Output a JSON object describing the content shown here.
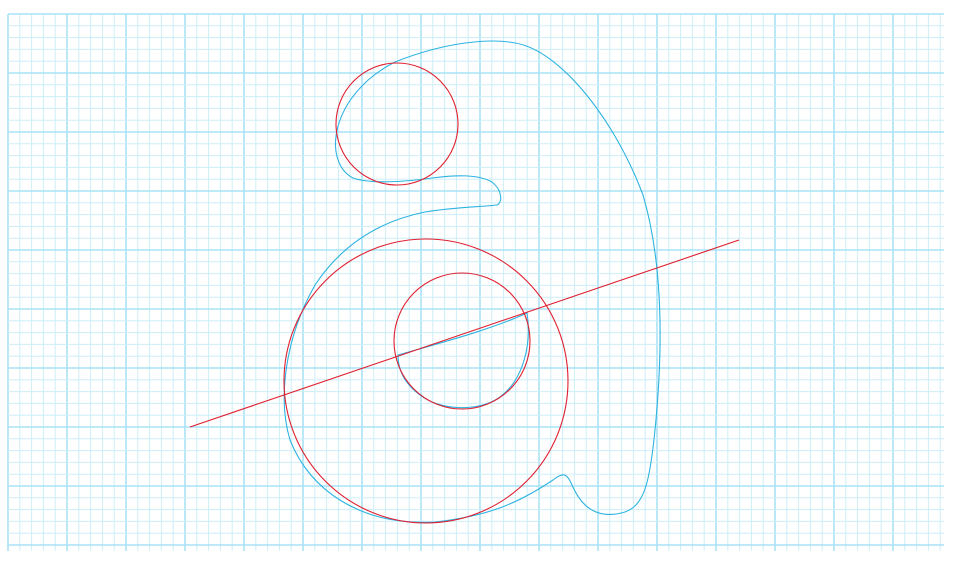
{
  "colors": {
    "background": "#ffffff",
    "grid_minor": "#cdeef8",
    "grid_major": "#a9e2f5",
    "glyph_outline": "#2eb3e0",
    "construction": "#e01e2e"
  },
  "grid": {
    "visible": true,
    "major_every": 5
  },
  "elements": [
    "grid",
    "glyph-outline",
    "construction-circle-head",
    "construction-circle-bowl-outer",
    "construction-circle-bowl-inner",
    "construction-line"
  ]
}
